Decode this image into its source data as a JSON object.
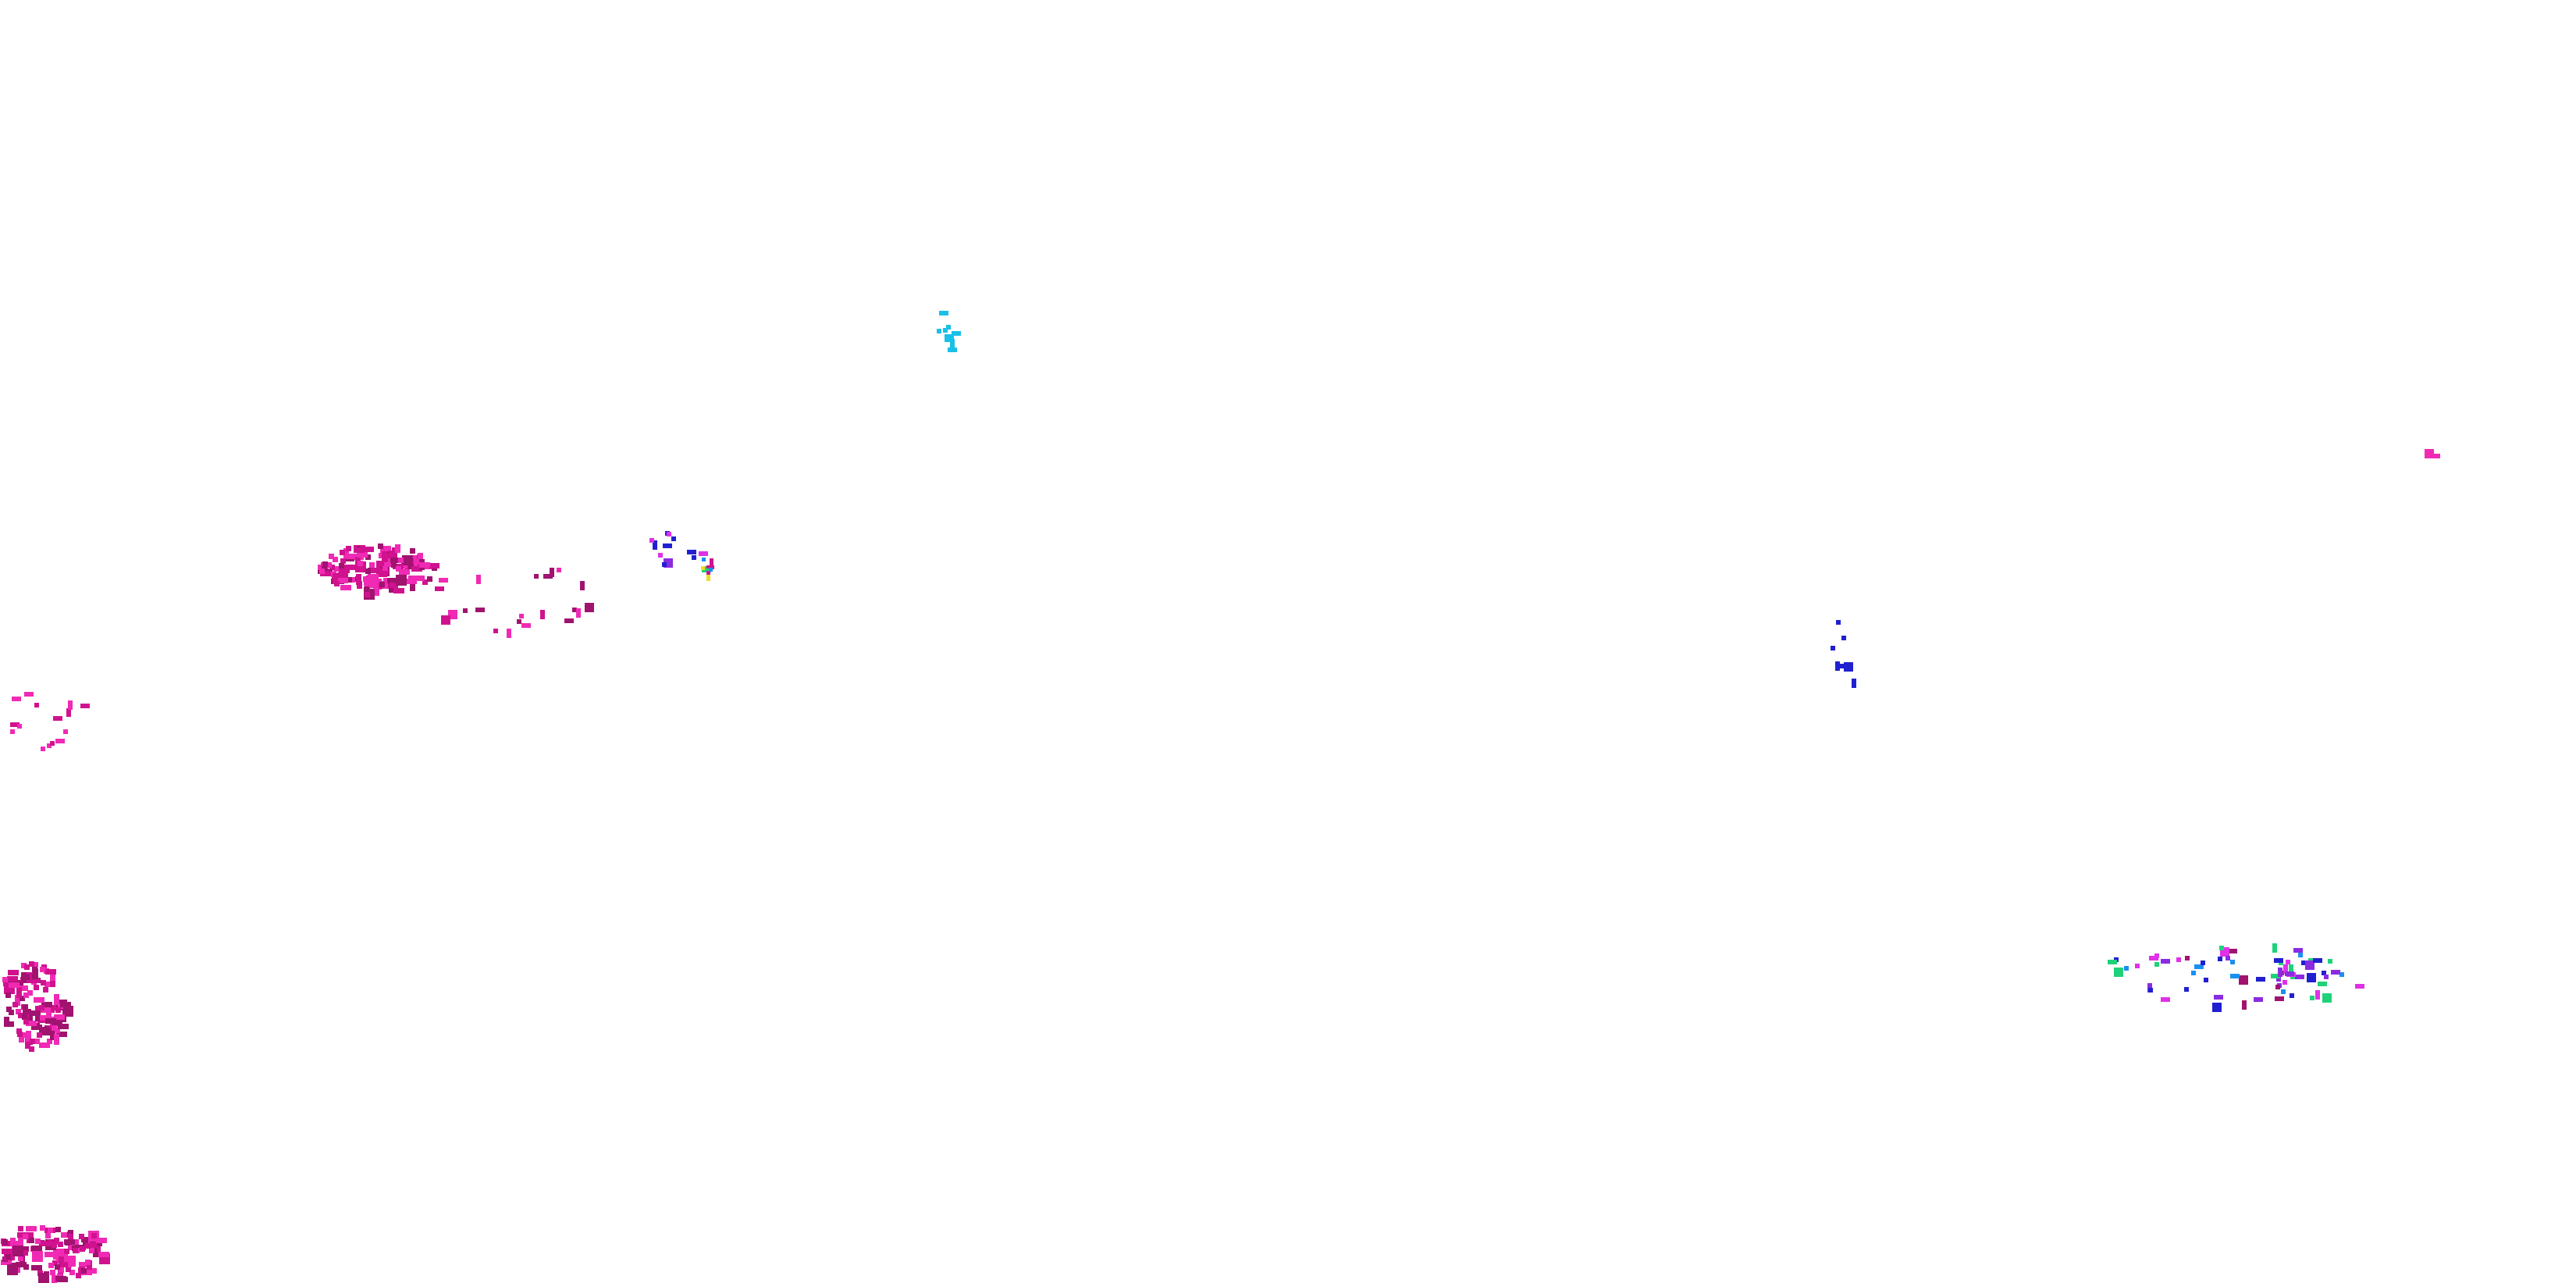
{
  "palette": {
    "background": "#ffffff",
    "dark_magenta": "#a0136f",
    "magenta": "#d0128f",
    "pink": "#f02ab4",
    "violet": "#8a2be2",
    "blue": "#2020d0",
    "cyan": "#19c0e8",
    "green": "#1fd27a",
    "yellow": "#e8e020",
    "bright_magenta": "#e030e8",
    "sky": "#1a90f0"
  },
  "clusters": [
    {
      "id": "west-cluster",
      "color_key": "magenta"
    },
    {
      "id": "center-left-scatter",
      "color_key": "pink"
    },
    {
      "id": "violet-trail",
      "color_key": "violet"
    },
    {
      "id": "rainbow-spot",
      "color_key": "green"
    },
    {
      "id": "cyan-top",
      "color_key": "cyan"
    },
    {
      "id": "left-edge-mid",
      "color_key": "pink"
    },
    {
      "id": "left-edge-lower",
      "color_key": "magenta"
    },
    {
      "id": "left-edge-bottom",
      "color_key": "magenta"
    },
    {
      "id": "center-blue-dots",
      "color_key": "blue"
    },
    {
      "id": "far-right-dot",
      "color_key": "pink"
    },
    {
      "id": "right-lower-cluster",
      "color_key": "sky"
    }
  ]
}
